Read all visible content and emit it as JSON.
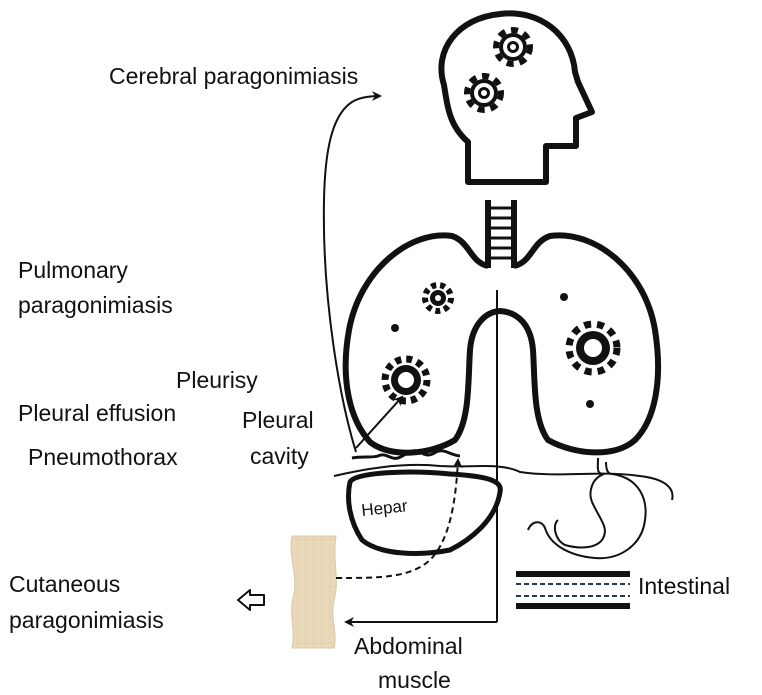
{
  "labels": {
    "cerebral": "Cerebral paragonimiasis",
    "pulmonary_line1": "Pulmonary",
    "pulmonary_line2": "paragonimiasis",
    "pleurisy": "Pleurisy",
    "pleural_effusion": "Pleural effusion",
    "pneumothorax": "Pneumothorax",
    "pleural_cavity_line1": "Pleural",
    "pleural_cavity_line2": "cavity",
    "hepar": "Hepar",
    "cutaneous_line1": "Cutaneous",
    "cutaneous_line2": "paragonimiasis",
    "intestinal": "Intestinal",
    "abdominal_line1": "Abdominal",
    "abdominal_line2": "muscle"
  },
  "icons": [
    "head-with-gears-icon",
    "lungs-icon",
    "trachea-icon",
    "liver-icon",
    "stomach-icon",
    "skin-strip-icon",
    "intestine-icon",
    "hollow-arrow-left-icon"
  ],
  "colors": {
    "stroke": "#111111",
    "skin": "#e6d5b3",
    "intestine_dash": "#1f3b58",
    "background": "#ffffff"
  }
}
